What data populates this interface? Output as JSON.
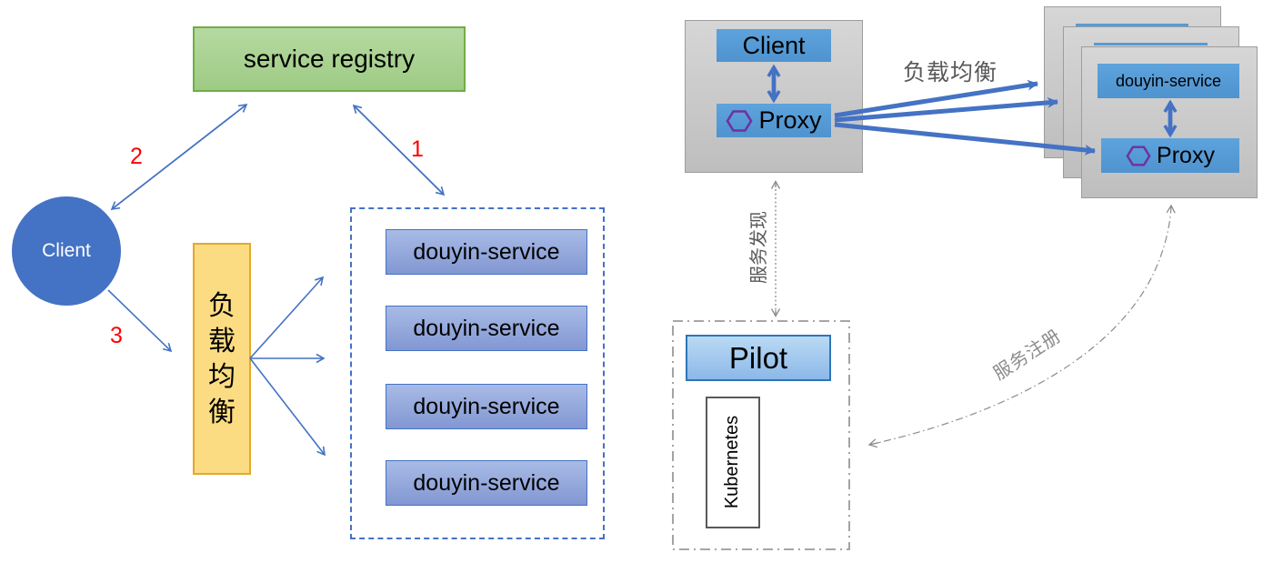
{
  "left": {
    "service_registry": "service registry",
    "client": "Client",
    "load_balancer": "负载均衡",
    "services": [
      "douyin-service",
      "douyin-service",
      "douyin-service",
      "douyin-service"
    ],
    "steps": {
      "one": "1",
      "two": "2",
      "three": "3"
    }
  },
  "right": {
    "client": "Client",
    "proxy": "Proxy",
    "load_balance_label": "负载均衡",
    "service_discovery_label": "服务发现",
    "service_registration_label": "服务注册",
    "stack": {
      "service": "douyin-service",
      "proxy": "Proxy"
    },
    "pilot": "Pilot",
    "kubernetes": "Kubernetes"
  },
  "icons": {
    "proxy_hexagon": "hexagon-icon"
  },
  "colors": {
    "accent_blue": "#4472c4",
    "box_blue": "#569bd5",
    "periwinkle": "#8faadc",
    "green_fill": "#a9d18e",
    "green_border": "#70ad47",
    "orange_fill": "#fcdc82",
    "orange_border": "#e2a92c",
    "purple_hexagon": "#7030a0",
    "step_red": "#ff0000",
    "gray_line": "#8c8c8c"
  }
}
